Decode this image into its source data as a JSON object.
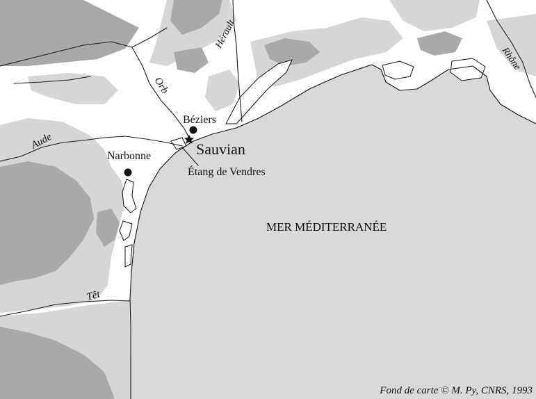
{
  "map": {
    "colors": {
      "sea": "#d9d9d9",
      "lowland": "#ffffff",
      "hills": "#d6d6d6",
      "mountains": "#a9a9a9",
      "lines": "#111111",
      "marker": "#111111"
    },
    "towns": {
      "beziers": "Béziers",
      "narbonne": "Narbonne",
      "sauvian": "Sauvian"
    },
    "lagoon_label": "Étang de Vendres",
    "sea_label": "MER MÉDITERRANÉE",
    "rivers": {
      "aude": "Aude",
      "orb": "Orb",
      "herault": "Hérault",
      "rhone": "Rhône",
      "tet": "Têt"
    },
    "credit": "Fond de carte ©  M. Py, CNRS, 1993"
  }
}
